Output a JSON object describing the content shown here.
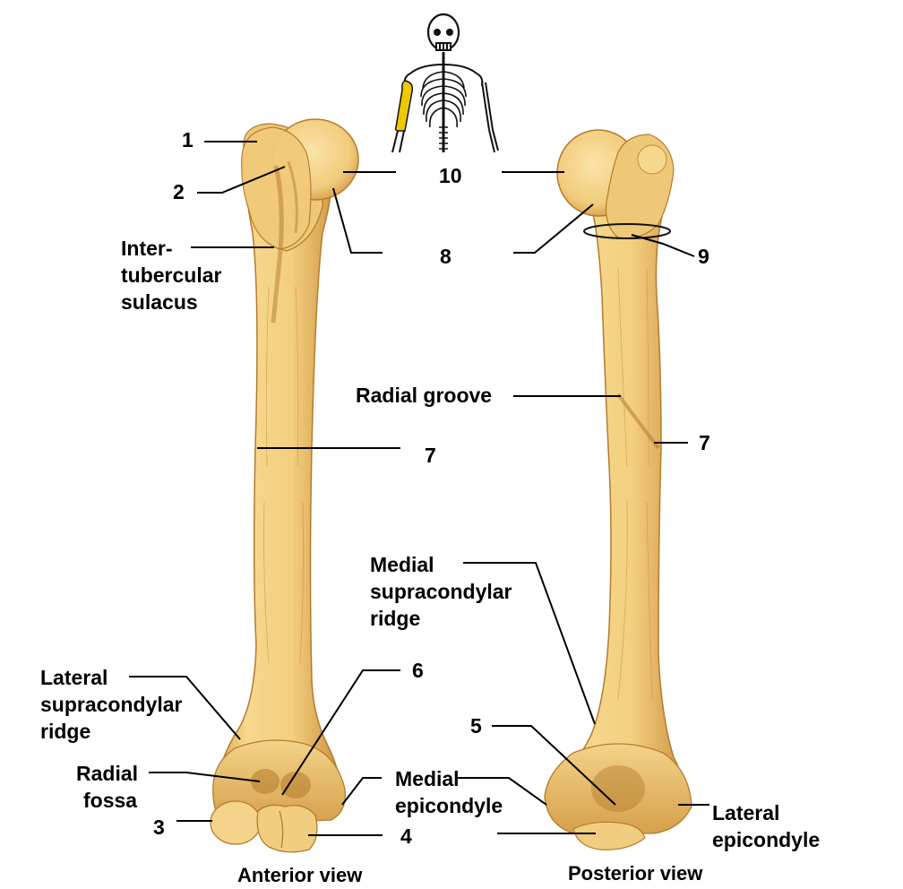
{
  "labels": {
    "n1": "1",
    "n2": "2",
    "n3": "3",
    "n4": "4",
    "n5": "5",
    "n6": "6",
    "n7a": "7",
    "n7b": "7",
    "n8": "8",
    "n9": "9",
    "n10": "10",
    "intertubercular": [
      "Inter-",
      "tubercular",
      "sulacus"
    ],
    "radial_groove": "Radial groove",
    "medial_supracondylar": [
      "Medial",
      "supracondylar",
      "ridge"
    ],
    "lateral_supracondylar": [
      "Lateral",
      "supracondylar",
      "ridge"
    ],
    "radial_fossa": [
      "Radial",
      "fossa"
    ],
    "medial_epicondyle": [
      "Medial",
      "epicondyle"
    ],
    "lateral_epicondyle": [
      "Lateral",
      "epicondyle"
    ]
  },
  "captions": {
    "anterior": "Anterior view",
    "posterior": "Posterior view"
  },
  "colors": {
    "bone_light": "#f7d78e",
    "bone_mid": "#ecbc63",
    "bone_dark": "#c58a35",
    "highlight": "#f0c800",
    "skeleton": "#111111",
    "leader": "#000000"
  },
  "icons": {
    "skeleton": "skeleton-icon"
  }
}
